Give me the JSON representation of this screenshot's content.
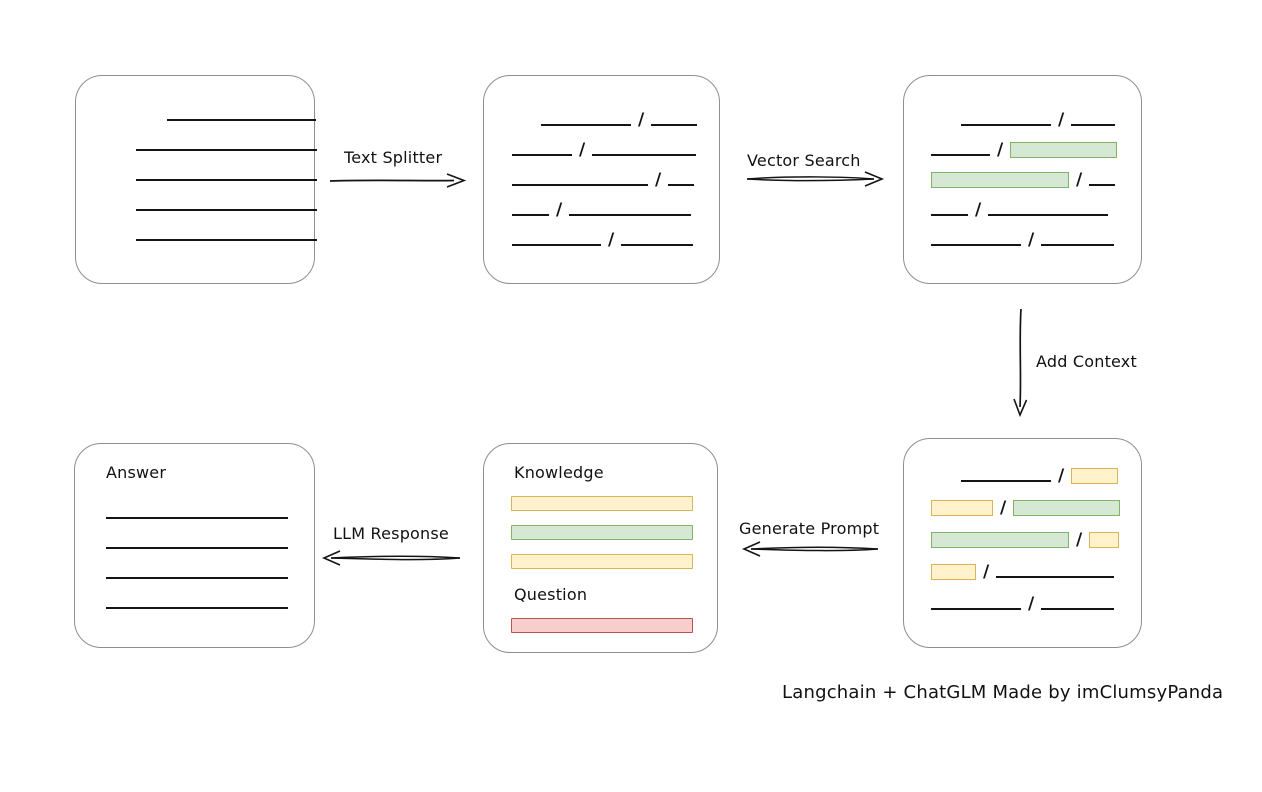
{
  "footer": {
    "text": "Langchain + ChatGLM Made by imClumsyPanda"
  },
  "labels": {
    "text_splitter": "Text Splitter",
    "vector_search": "Vector Search",
    "add_context": "Add Context",
    "generate_prompt": "Generate Prompt",
    "llm_response": "LLM Response",
    "knowledge": "Knowledge",
    "question": "Question",
    "answer": "Answer"
  },
  "colors": {
    "chunk_green_fill": "#d5e8d4",
    "chunk_green_stroke": "#82b366",
    "chunk_yellow_fill": "#fff2cc",
    "chunk_yellow_stroke": "#d6b656",
    "question_red_fill": "#f8cecc",
    "question_red_stroke": "#b85450",
    "node_border": "#8f8f8f",
    "ink": "#141414"
  },
  "document_box": {
    "lines": [
      {
        "indent": 61,
        "width": 149
      },
      {
        "indent": 30,
        "width": 181
      },
      {
        "indent": 30,
        "width": 181
      },
      {
        "indent": 30,
        "width": 181
      },
      {
        "indent": 30,
        "width": 181
      }
    ]
  },
  "splitter_box": {
    "rows": [
      [
        {
          "t": "line",
          "w": 90,
          "indent": 29
        },
        {
          "t": "slash"
        },
        {
          "t": "line",
          "w": 46
        }
      ],
      [
        {
          "t": "line",
          "w": 60
        },
        {
          "t": "slash"
        },
        {
          "t": "line",
          "w": 104
        }
      ],
      [
        {
          "t": "line",
          "w": 136
        },
        {
          "t": "slash"
        },
        {
          "t": "line",
          "w": 26
        }
      ],
      [
        {
          "t": "line",
          "w": 37
        },
        {
          "t": "slash"
        },
        {
          "t": "line",
          "w": 122
        }
      ],
      [
        {
          "t": "line",
          "w": 89
        },
        {
          "t": "slash"
        },
        {
          "t": "line",
          "w": 72
        }
      ]
    ]
  },
  "search_box": {
    "rows": [
      [
        {
          "t": "line",
          "w": 90,
          "indent": 30
        },
        {
          "t": "slash"
        },
        {
          "t": "line",
          "w": 44
        }
      ],
      [
        {
          "t": "line",
          "w": 59
        },
        {
          "t": "slash"
        },
        {
          "t": "green",
          "w": 107
        }
      ],
      [
        {
          "t": "green",
          "w": 138
        },
        {
          "t": "slash"
        },
        {
          "t": "line",
          "w": 26
        }
      ],
      [
        {
          "t": "line",
          "w": 37
        },
        {
          "t": "slash"
        },
        {
          "t": "line",
          "w": 120
        }
      ],
      [
        {
          "t": "line",
          "w": 90
        },
        {
          "t": "slash"
        },
        {
          "t": "line",
          "w": 73
        }
      ]
    ]
  },
  "context_box": {
    "rows": [
      [
        {
          "t": "line",
          "w": 90,
          "indent": 30
        },
        {
          "t": "slash"
        },
        {
          "t": "yellow",
          "w": 47
        }
      ],
      [
        {
          "t": "yellow",
          "w": 62
        },
        {
          "t": "slash"
        },
        {
          "t": "green",
          "w": 107
        }
      ],
      [
        {
          "t": "green",
          "w": 138
        },
        {
          "t": "slash"
        },
        {
          "t": "yellow",
          "w": 30
        }
      ],
      [
        {
          "t": "yellow",
          "w": 45
        },
        {
          "t": "slash"
        },
        {
          "t": "line",
          "w": 118
        }
      ],
      [
        {
          "t": "line",
          "w": 90
        },
        {
          "t": "slash"
        },
        {
          "t": "line",
          "w": 73
        }
      ]
    ]
  },
  "prompt_box": {
    "knowledge_bars": [
      "yellow",
      "green",
      "yellow"
    ],
    "question_bars": [
      "red"
    ]
  },
  "answer_box": {
    "lines": [
      {
        "indent": 0,
        "width": 182
      },
      {
        "indent": 0,
        "width": 182
      },
      {
        "indent": 0,
        "width": 182
      },
      {
        "indent": 0,
        "width": 182
      }
    ]
  }
}
